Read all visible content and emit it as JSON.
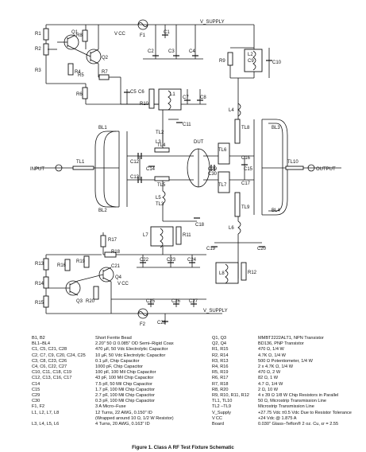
{
  "labels": {
    "R1": "R1",
    "R2": "R2",
    "R3": "R3",
    "R4": "R4",
    "R5": "R5",
    "R6": "R6",
    "R7": "R7",
    "R8": "R8",
    "R9": "R9",
    "R10": "R10",
    "R11": "R11",
    "R12": "R12",
    "R13": "R13",
    "R14": "R14",
    "R15": "R15",
    "R16": "R16",
    "R17": "R17",
    "R18": "R18",
    "R19": "R19",
    "R20": "R20",
    "Q1": "Q1",
    "Q2": "Q2",
    "Q3": "Q3",
    "Q4": "Q4",
    "C1": "C1",
    "C2": "C2",
    "C3": "C3",
    "C4": "C4",
    "C5": "C5",
    "C6": "C6",
    "C7": "C7",
    "C8": "C8",
    "C9": "C9",
    "C10": "C10",
    "C11": "C11",
    "C12": "C12",
    "C13": "C13",
    "C14": "C14",
    "C15": "C15",
    "C16": "C16",
    "C17": "C17",
    "C18": "C18",
    "C19": "C19",
    "C20": "C20",
    "C21": "C21",
    "C22": "C22",
    "C23": "C23",
    "C24": "C24",
    "C25": "C25",
    "C26": "C26",
    "C27": "C27",
    "C28": "C28",
    "C29": "C29",
    "C30": "C30",
    "L1": "L1",
    "L2": "L2",
    "L3": "L3",
    "L4": "L4",
    "L5": "L5",
    "L6": "L6",
    "L7": "L7",
    "L8": "L8",
    "TL1": "TL1",
    "TL2": "TL2",
    "TL3": "TL3",
    "TL4": "TL4",
    "TL5": "TL5",
    "TL6": "TL6",
    "TL7": "TL7",
    "TL8": "TL8",
    "TL9": "TL9",
    "TL10": "TL10",
    "BL1": "BL1",
    "BL2": "BL2",
    "BL3": "BL3",
    "BL4": "BL4",
    "F1": "F1",
    "F2": "F2",
    "DUT": "DUT",
    "VCC": "V CC",
    "VSUPPLY": "V_SUPPLY",
    "INPUT": "INPUT",
    "OUTPUT": "OUTPUT"
  },
  "parts_list": [
    {
      "ref": "B1, B2",
      "desc": "Short Ferrite Bead",
      "ref2": "Q1, Q3",
      "desc2": "MMBT2222ALT1, NPN Transistor"
    },
    {
      "ref": "BL1–BL4",
      "desc": "2.20\" 50 Ω 0.085\" OD Semi–Rigid Coax",
      "ref2": "Q2, Q4",
      "desc2": "BD136, PNP Transistor"
    },
    {
      "ref": "C1, C5, C21, C28",
      "desc": "470 µF, 50 Vdc Electrolytic Capacitor",
      "ref2": "R1, R15",
      "desc2": "470 Ω, 1/4 W"
    },
    {
      "ref": "C2, C7, C9, C20, C24, C25",
      "desc": "10 µF, 50 Vdc Electrolytic Capacitor",
      "ref2": "R2, R14",
      "desc2": "4.7K Ω, 1/4 W"
    },
    {
      "ref": "C3, C8, C23, C26",
      "desc": "0.1 µF, Chip Capacitor",
      "ref2": "R3, R13",
      "desc2": "500 Ω Potentiometer, 1/4 W"
    },
    {
      "ref": "C4, C6, C22, C27",
      "desc": "1000 pF, Chip Capacitor",
      "ref2": "R4, R16",
      "desc2": "2 x 4.7K Ω, 1/4 W"
    },
    {
      "ref": "C10, C11, C18, C19",
      "desc": "100 pF, 100 Mil Chip Capacitor",
      "ref2": "R5, R19",
      "desc2": "470 Ω, 2 W"
    },
    {
      "ref": "C12, C13, C16, C17",
      "desc": "43 pF, 100 Mil Chip Capacitor",
      "ref2": "R6, R17",
      "desc2": "82 Ω, 1 W"
    },
    {
      "ref": "C14",
      "desc": "7.5 pF, 50 Mil Chip Capacitor",
      "ref2": "R7, R18",
      "desc2": "4.7 Ω, 1/4 W"
    },
    {
      "ref": "C15",
      "desc": "1.7 pF, 100 Mil Chip Capacitor",
      "ref2": "R8, R20",
      "desc2": "2 Ω, 10 W"
    },
    {
      "ref": "C29",
      "desc": "2.7 pF, 100 Mil Chip Capacitor",
      "ref2": "R9, R10, R11, R12",
      "desc2": "4 x 39 Ω 1/8 W Chip Resistors in Parallel"
    },
    {
      "ref": "C30",
      "desc": "0.3 pF, 100 Mil Chip Capacitor",
      "ref2": "TL1, TL10",
      "desc2": "50 Ω, Microstrip Transmission Line"
    },
    {
      "ref": "F1, F2",
      "desc": "3 A Micro–Fuse",
      "ref2": "TL2 –TL9",
      "desc2": "Microstrip Transmission Line"
    },
    {
      "ref": "L1, L2, L7, L8",
      "desc": "12 Turns, 22 AWG, 0.150\" ID",
      "ref2": "V_Supply",
      "desc2": "+27.75 Vdc ±0.5 Vdc Due to Resistor Tolerance"
    },
    {
      "ref": "",
      "desc": "(Wrapped around 10 Ω, 1/2 W Resistor)",
      "ref2": "V CC",
      "desc2": "+24 Vdc @ 1.875 A"
    },
    {
      "ref": "L3, L4, L5, L6",
      "desc": "4 Turns, 20 AWG, 0.163\" ID",
      "ref2": "Board",
      "desc2": "0.030\" Glass–Teflon® 2 oz. Cu, εr = 2.55"
    }
  ],
  "caption": "Figure 1. Class A RF Test Fixture Schematic"
}
